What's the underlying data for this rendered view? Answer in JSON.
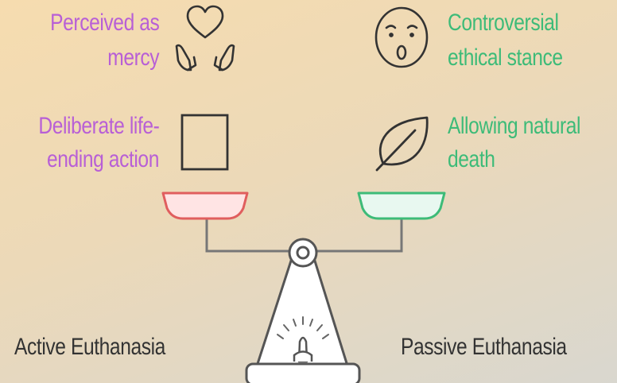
{
  "left": {
    "pan_label": "Active Euthanasia",
    "items": [
      {
        "text_line1": "Perceived as",
        "text_line2": "mercy",
        "icon": "heart-hands-icon"
      },
      {
        "text_line1": "Deliberate life-",
        "text_line2": "ending action",
        "icon": "square-icon"
      }
    ]
  },
  "right": {
    "pan_label": "Passive Euthanasia",
    "items": [
      {
        "text_line1": "Controversial",
        "text_line2": "ethical stance",
        "icon": "surprised-face-icon"
      },
      {
        "text_line1": "Allowing natural",
        "text_line2": "death",
        "icon": "leaf-icon"
      }
    ]
  },
  "colors": {
    "left_text": "#b85fd6",
    "right_text": "#3dbb78",
    "left_pan": "#ffe4e4",
    "left_pan_stroke": "#e05e5e",
    "right_pan": "#e8f8f0",
    "right_pan_stroke": "#3dbb78"
  }
}
